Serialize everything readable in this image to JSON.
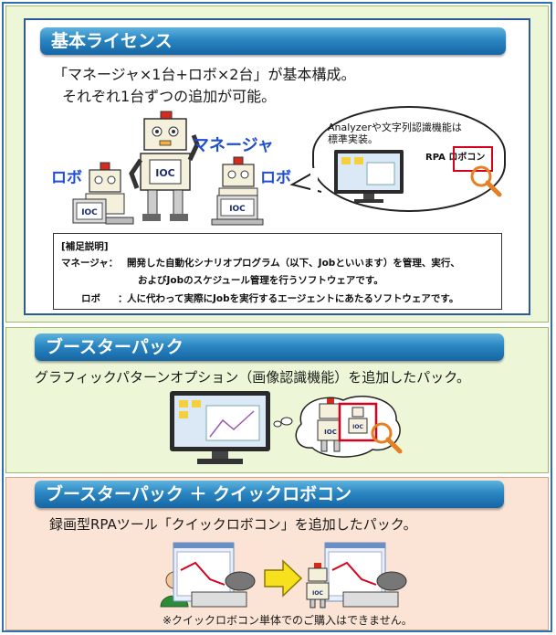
{
  "section1": {
    "header": "基本ライセンス",
    "line1": "「マネージャ×1台+ロボ×2台」が基本構成。",
    "line2": "それぞれ1台ずつの追加が可能。",
    "manager_label": "マネージャ",
    "robo_label_left": "ロボ",
    "robo_label_right": "ロボ",
    "bubble_line1": "Analyzerや文字列認識機能は",
    "bubble_line2": "標準実装。",
    "rpa_label": "RPA ロボコン",
    "logo_text": "IOC",
    "note": {
      "title": "[補足説明]",
      "manager_term": "マネージャ：",
      "manager_desc1": "開発した自動化シナリオプログラム（以下、Jobといいます）を管理、実行、",
      "manager_desc2": "およびJobのスケジュール管理を行うソフトウェアです。",
      "robo_term": "ロボ",
      "robo_sep": "：",
      "robo_desc": "人に代わって実際にJobを実行するエージェントにあたるソフトウェアです。"
    }
  },
  "section2": {
    "header": "ブースターパック",
    "desc": "グラフィックパターンオプション（画像認識機能）を追加したパック。"
  },
  "section3": {
    "header": "ブースターパック ＋ クイックロボコン",
    "desc": "録画型RPAツール「クイックロボコン」を追加したパック。",
    "footnote": "※クイックロボコン単体でのご購入はできません。"
  },
  "colors": {
    "header_blue": "#1f78b8",
    "green_bg": "#eef6d8",
    "peach_bg": "#fbe4d5",
    "label_blue": "#1f4fd1",
    "border_blue": "#2f6fb3"
  }
}
